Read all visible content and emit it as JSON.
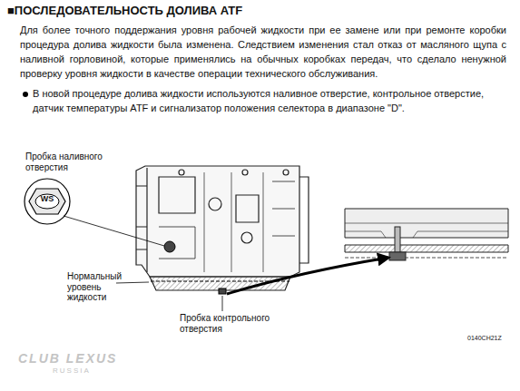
{
  "diagram": {
    "title": "■ПОСЛЕДОВАТЕЛЬНОСТЬ ДОЛИВА ATF",
    "labels": [
      "Для более точного поддержания уровня рабочей жидкости при ее замене или при ремонте коробки процедура долива жидкости была изменена. Следствием изменения стал отказ от масляного щупа с наливной горловиной, которые применялись на обычных коробках передач, что сделало ненужной проверку уровня жидкости в качестве операции технического обслуживания.",
      "В новой процедуре долива жидкости используются наливное отверстие, контрольное отверстие, датчик температуры ATF и сигнализатор положения селектора в диапазоне \"D\".",
      "Пробка наливного отверстия",
      "WS",
      "Нормальный уровень жидкости",
      "Пробка контрольного отверстия",
      "0140CH21Z",
      "CLUB LEXUS",
      "RUSSIA"
    ]
  }
}
